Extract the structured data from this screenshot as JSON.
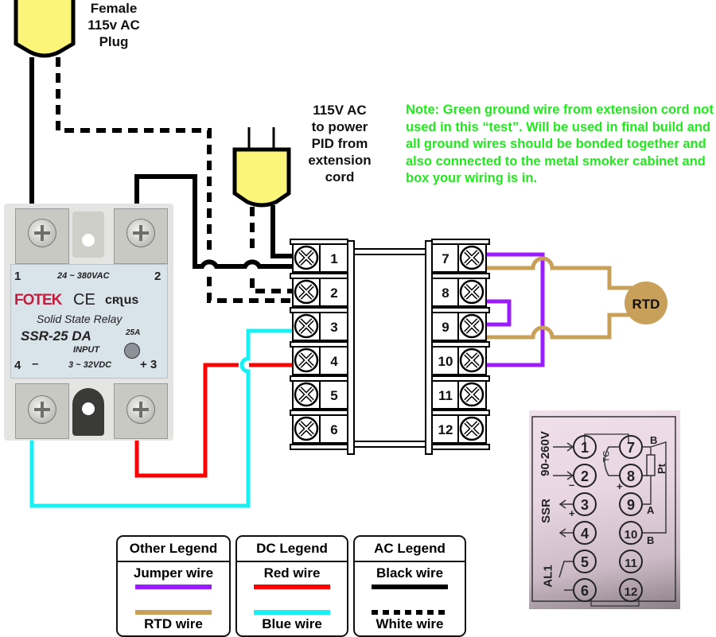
{
  "labels": {
    "female_plug": [
      "Female",
      "115v AC",
      "Plug"
    ],
    "pid_power": [
      "115V AC",
      "to power",
      "PID from",
      "extension",
      "cord"
    ],
    "rtd": "RTD"
  },
  "note": "Note:  Green ground wire from extension cord not used in this “test”. Will be used in final build and all ground wires should be bonded together and also connected to the metal smoker cabinet and box your wiring is in.",
  "ssr": {
    "terminal_1": "1",
    "terminal_2": "2",
    "terminal_3": "+ 3",
    "terminal_4": "4",
    "minus": "–",
    "ac_range": "24 ~ 380VAC",
    "brand": "FOTEK",
    "ce_mark": "CE",
    "ul_mark": "cʀʅus",
    "type": "Solid State Relay",
    "model": "SSR-25 DA",
    "rating": "25A",
    "input_label": "INPUT",
    "dc_range": "3 ~ 32VDC"
  },
  "terminal_block_left": [
    "1",
    "2",
    "3",
    "4",
    "5",
    "6"
  ],
  "terminal_block_right": [
    "7",
    "8",
    "9",
    "10",
    "11",
    "12"
  ],
  "pid_photo": {
    "supply": "90-260V",
    "ssr": "SSR",
    "alarm": "AL1",
    "tc": "TC",
    "pt": "Pt",
    "left_terminals": [
      "1",
      "2",
      "3",
      "4",
      "5",
      "6"
    ],
    "right_terminals": [
      "7",
      "8",
      "9",
      "10",
      "11",
      "12"
    ],
    "marks": [
      "B",
      "A",
      "B",
      "+",
      "–",
      "+"
    ]
  },
  "legends": [
    {
      "title": "Other Legend",
      "items": [
        {
          "label": "Jumper wire",
          "color": "#9b1dff",
          "style": "solid"
        },
        {
          "label": "RTD wire",
          "color": "#c9a05a",
          "style": "solid"
        }
      ]
    },
    {
      "title": "DC Legend",
      "items": [
        {
          "label": "Red wire",
          "color": "#ff0000",
          "style": "solid"
        },
        {
          "label": "Blue wire",
          "color": "#19f0f5",
          "style": "solid"
        }
      ]
    },
    {
      "title": "AC Legend",
      "items": [
        {
          "label": "Black wire",
          "color": "#000000",
          "style": "solid"
        },
        {
          "label": "White wire",
          "color": "#000000",
          "style": "dashed"
        }
      ]
    }
  ],
  "colors": {
    "plug_fill": "#fbf57a",
    "note_text": "#22e81e",
    "rtd_fill": "#c9a05a"
  }
}
